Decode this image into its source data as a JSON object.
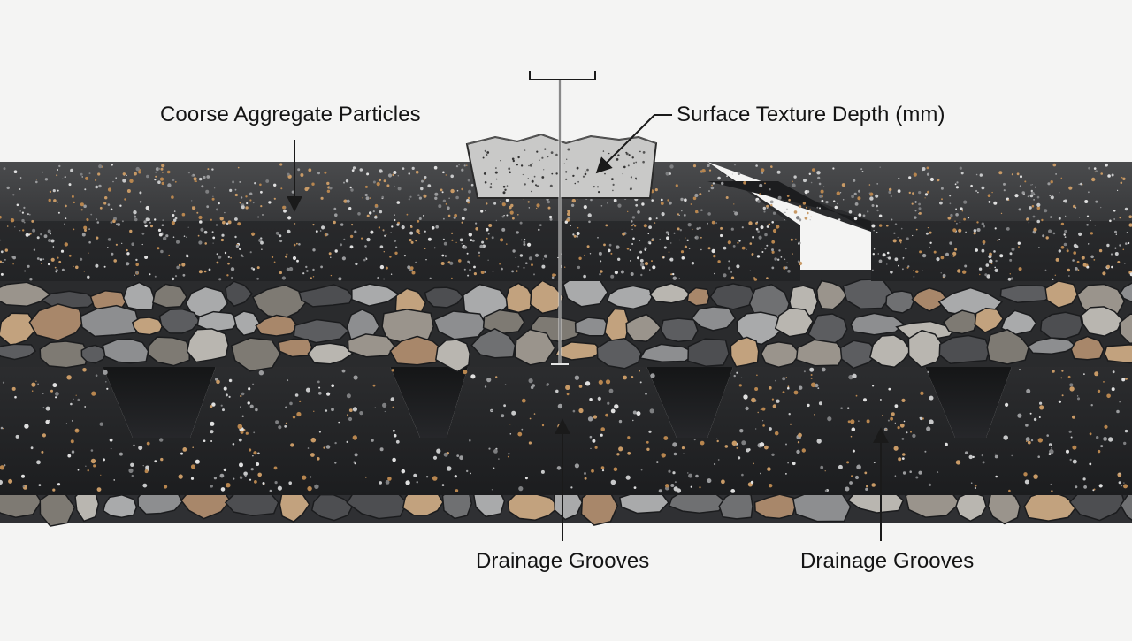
{
  "labels": {
    "coarse_aggregate": "Coorse Aggregate Particles",
    "surface_texture": "Surface Texture Depth (mm)",
    "drainage_left": "Drainage Grooves",
    "drainage_right": "Drainage Grooves"
  },
  "colors": {
    "background": "#f4f4f3",
    "asphalt_top": "#3a3b3d",
    "asphalt_side": "#2b2c2e",
    "base_course": "#262729",
    "sample_block": "#c9c9c8",
    "leader_line": "#1a1a1a"
  },
  "icons": {
    "coarse_pointer": "arrow-down-icon",
    "surface_pointer": "arrow-icon",
    "drainage_pointer": "arrow-up-icon",
    "depth_gauge": "depth-gauge-icon"
  }
}
